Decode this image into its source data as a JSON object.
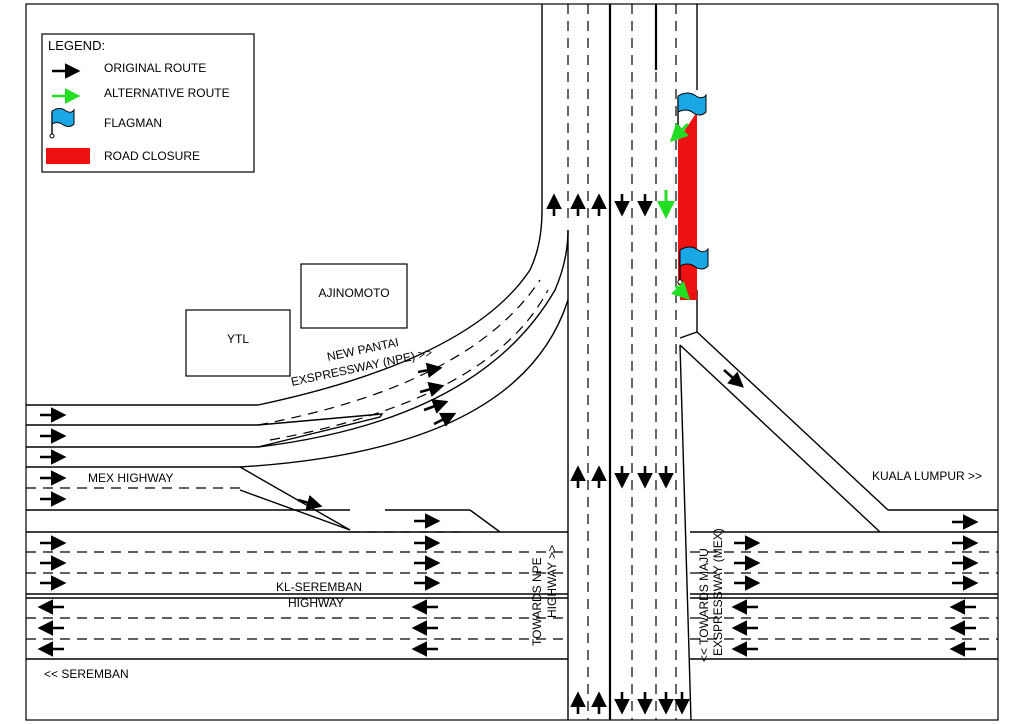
{
  "legend": {
    "title": "LEGEND:",
    "items": [
      {
        "symbol": "black-arrow",
        "label": "ORIGINAL ROUTE"
      },
      {
        "symbol": "green-arrow",
        "label": "ALTERNATIVE ROUTE"
      },
      {
        "symbol": "flag-icon",
        "label": "FLAGMAN"
      },
      {
        "symbol": "red-block",
        "label": "ROAD CLOSURE"
      }
    ]
  },
  "buildings": {
    "ajinomoto": "AJINOMOTO",
    "ytl": "YTL"
  },
  "road_labels": {
    "npe_line1": "NEW PANTAI",
    "npe_line2": "EXSPRESSWAY (NPE) >>",
    "mex_highway": "MEX HIGHWAY",
    "kl_seremban_line1": "KL-SEREMBAN",
    "kl_seremban_line2": "HIGHWAY",
    "towards_npe_line1": "TOWARDS NPE",
    "towards_npe_line2": "HIGHWAY >>",
    "towards_maju_line1": "<< TOWARDS MAJU",
    "towards_maju_line2": "EXSPRESSWAY (MEX)",
    "kuala_lumpur": "KUALA LUMPUR >>",
    "seremban": "<< SEREMBAN"
  },
  "colors": {
    "original_route": "#000000",
    "alternative_route": "#22dd22",
    "flag": "#1aa7e6",
    "road_closure": "#ee1111"
  }
}
